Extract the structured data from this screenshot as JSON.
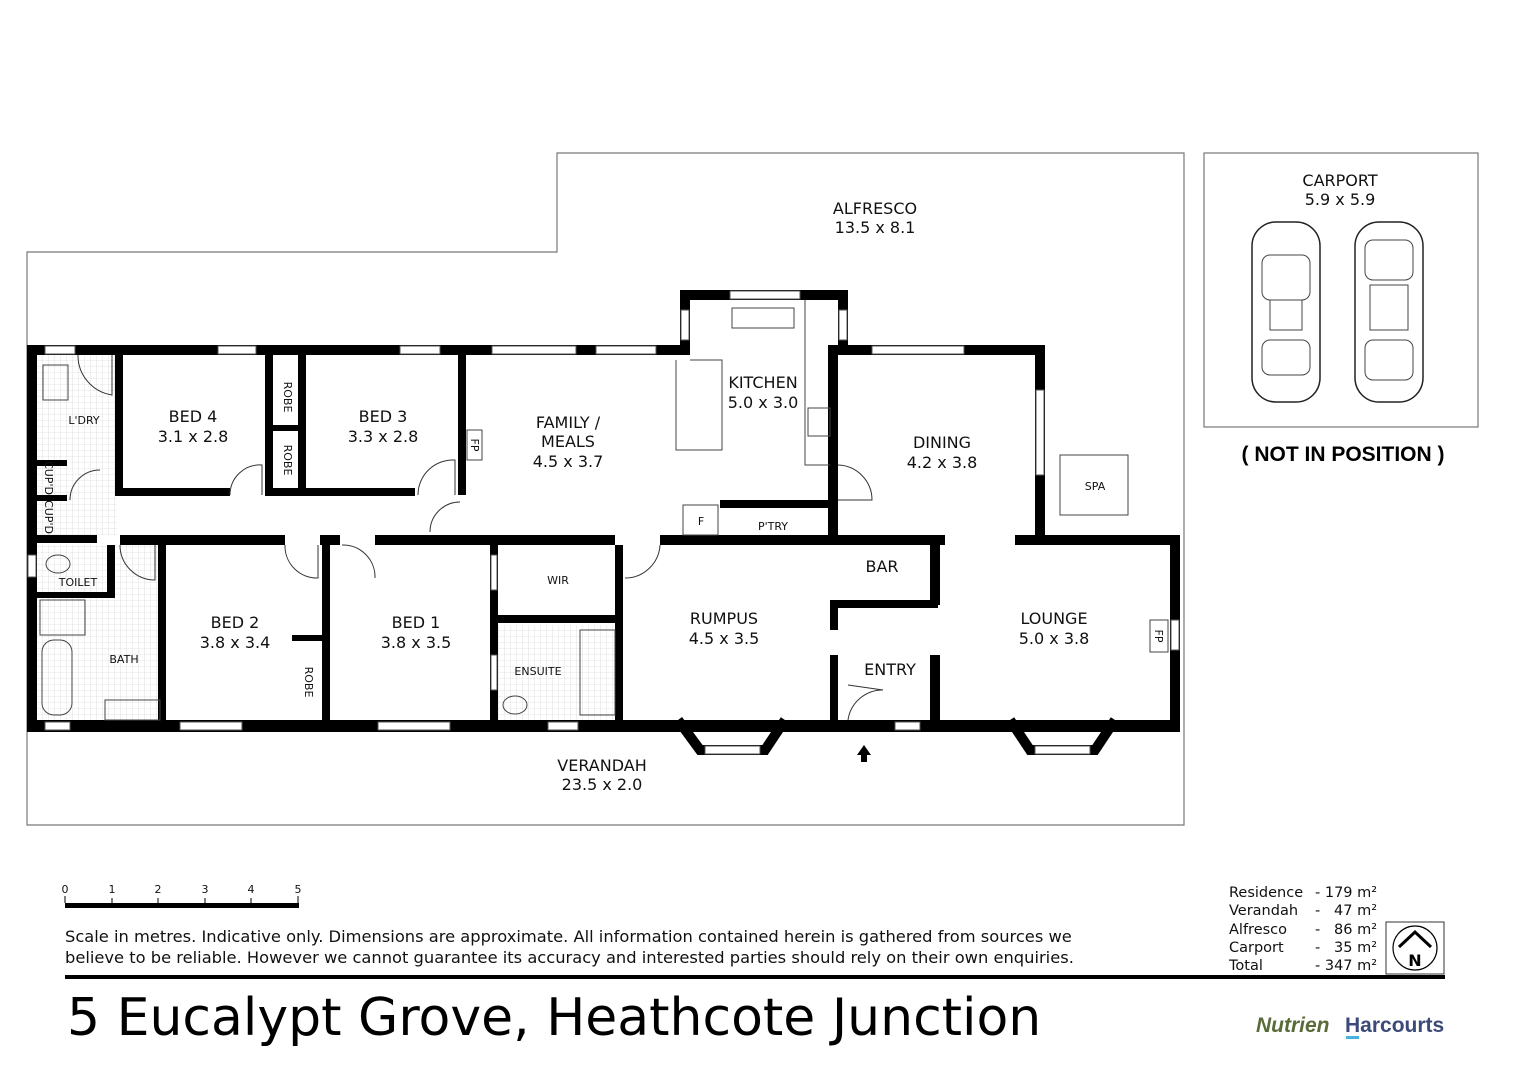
{
  "rooms": [
    {
      "name": "ALFRESCO",
      "dims": "13.5 x 8.1"
    },
    {
      "name": "KITCHEN",
      "dims": "5.0 x 3.0"
    },
    {
      "name": "FAMILY /",
      "name2": "MEALS",
      "dims": "4.5 x 3.7"
    },
    {
      "name": "DINING",
      "dims": "4.2 x 3.8"
    },
    {
      "name": "BED 4",
      "dims": "3.1 x 2.8"
    },
    {
      "name": "BED 3",
      "dims": "3.3 x 2.8"
    },
    {
      "name": "BED 2",
      "dims": "3.8 x 3.4"
    },
    {
      "name": "BED 1",
      "dims": "3.8 x 3.5"
    },
    {
      "name": "RUMPUS",
      "dims": "4.5 x 3.5"
    },
    {
      "name": "LOUNGE",
      "dims": "5.0 x 3.8"
    },
    {
      "name": "VERANDAH",
      "dims": "23.5 x 2.0"
    }
  ],
  "small_labels": {
    "laundry": "L'DRY",
    "cupboard": "CUP'D",
    "toilet": "TOILET",
    "bath": "BATH",
    "robe": "ROBE",
    "fireplace": "FP",
    "wir": "WIR",
    "ensuite": "ENSUITE",
    "pantry": "P'TRY",
    "fridge": "F",
    "spa": "SPA",
    "bar": "BAR",
    "entry": "ENTRY"
  },
  "carport": {
    "name": "CARPORT",
    "dims": "5.9 x 5.9",
    "note": "( NOT IN POSITION )"
  },
  "scale": {
    "ticks": [
      "0",
      "1",
      "2",
      "3",
      "4",
      "5"
    ],
    "unit": "metres"
  },
  "disclaimer": {
    "line1": "Scale in metres. Indicative only. Dimensions are approximate. All information contained herein is gathered from sources we",
    "line2": "believe to be reliable. However we cannot guarantee  its accuracy and interested parties should rely on their own enquiries."
  },
  "areas": [
    {
      "label": "Residence",
      "value": "- 179 m²"
    },
    {
      "label": "Verandah",
      "value": "-   47 m²"
    },
    {
      "label": "Alfresco",
      "value": "-   86 m²"
    },
    {
      "label": "Carport",
      "value": "-   35 m²"
    },
    {
      "label": "Total",
      "value": "- 347 m²"
    }
  ],
  "compass": {
    "letter": "N"
  },
  "address": "5 Eucalypt Grove, Heathcote Junction",
  "logo": {
    "part1": "Nutrien",
    "part2": "Harcourts",
    "color1": "#5a6b3a",
    "color2": "#3b4a78"
  }
}
